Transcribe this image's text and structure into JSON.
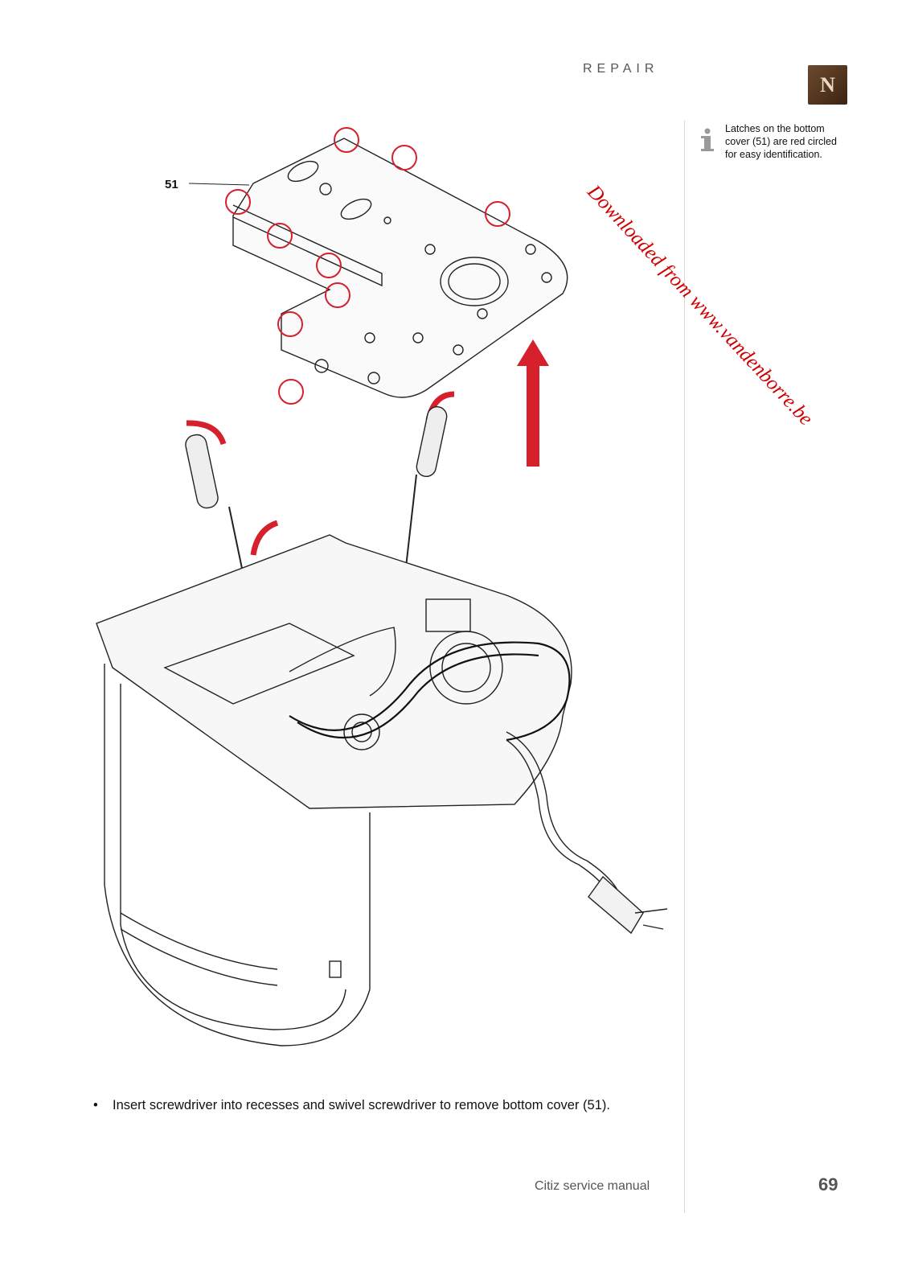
{
  "header": {
    "section": "REPAIR",
    "logo_letter": "N"
  },
  "sidebar_note": {
    "icon": "info-icon",
    "text": "Latches on the bottom cover (51) are red circled for easy identification."
  },
  "figure": {
    "part_label": "51",
    "accent_color": "#d6202b"
  },
  "instruction": {
    "bullet": "•",
    "text": "Insert screwdriver into recesses and swivel screwdriver to remove bottom cover (51)."
  },
  "footer": {
    "title": "Citiz service manual",
    "page_number": "69"
  },
  "watermark": {
    "text": "Downloaded from www.vandenborre.be"
  }
}
